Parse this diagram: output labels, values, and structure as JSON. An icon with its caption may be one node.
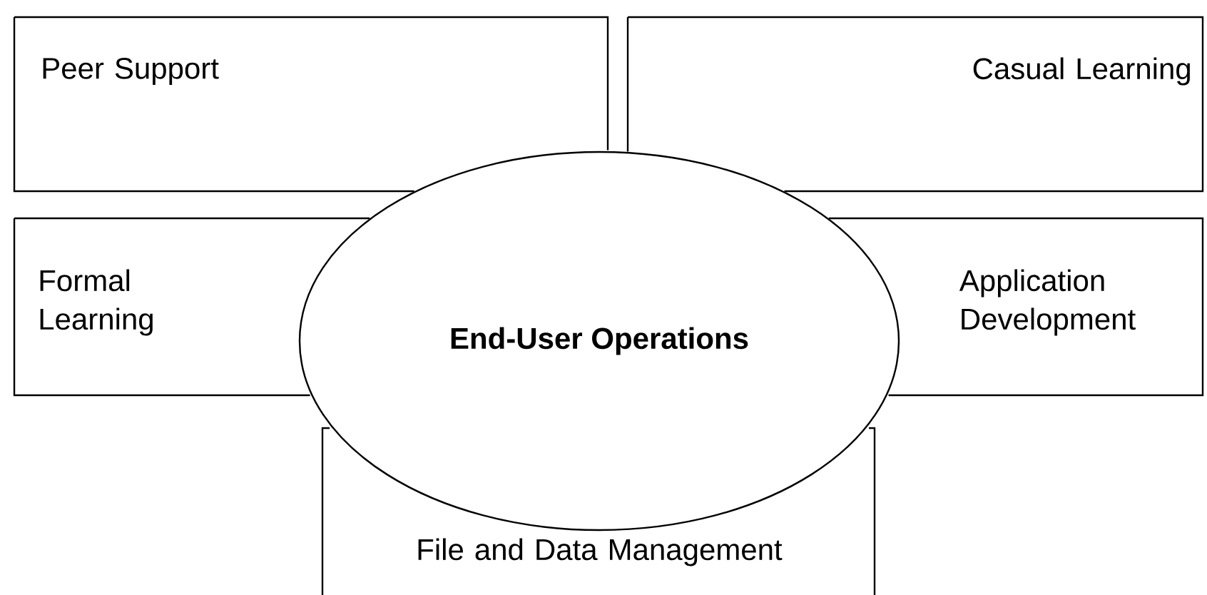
{
  "diagram": {
    "nodes": [
      {
        "text": [
          "Peer Support"
        ]
      },
      {
        "text": [
          "Casual Learning"
        ]
      },
      {
        "text": [
          "Formal Learning"
        ]
      },
      {
        "text": [
          "End-User Operations"
        ]
      },
      {
        "text": [
          "Application Development"
        ]
      },
      {
        "text": [
          "File and Data Management"
        ]
      }
    ]
  }
}
